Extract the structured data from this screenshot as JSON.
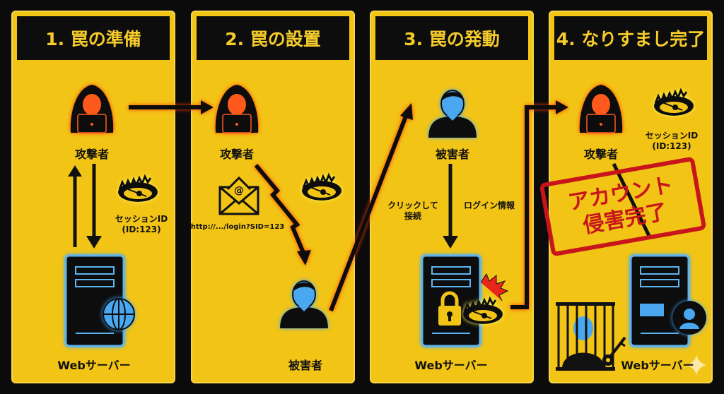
{
  "panels": [
    {
      "title": "1. 罠の準備",
      "attacker": "攻撃者",
      "session_id": "セッションID",
      "session_value": "(ID:123)",
      "server": "Webサーバー"
    },
    {
      "title": "2. 罠の設置",
      "attacker": "攻撃者",
      "url": "http://.../login?SID=123",
      "victim": "被害者"
    },
    {
      "title": "3. 罠の発動",
      "victim": "被害者",
      "click_line1": "クリックして",
      "click_line2": "接続",
      "login_info": "ログイン情報",
      "server": "Webサーバー"
    },
    {
      "title": "4. なりすまし完了",
      "attacker": "攻撃者",
      "session_id": "セッションID",
      "session_value": "(ID:123)",
      "stamp_line1": "アカウント",
      "stamp_line2": "侵害完了",
      "server": "Webサーバー"
    }
  ],
  "colors": {
    "panel": "#f2c416",
    "header": "#0d0d0d",
    "header_text": "#f5cc2a",
    "attack_arrow": "#c8151b",
    "victim_blue": "#4aa8f0",
    "stamp": "#c8151b"
  }
}
